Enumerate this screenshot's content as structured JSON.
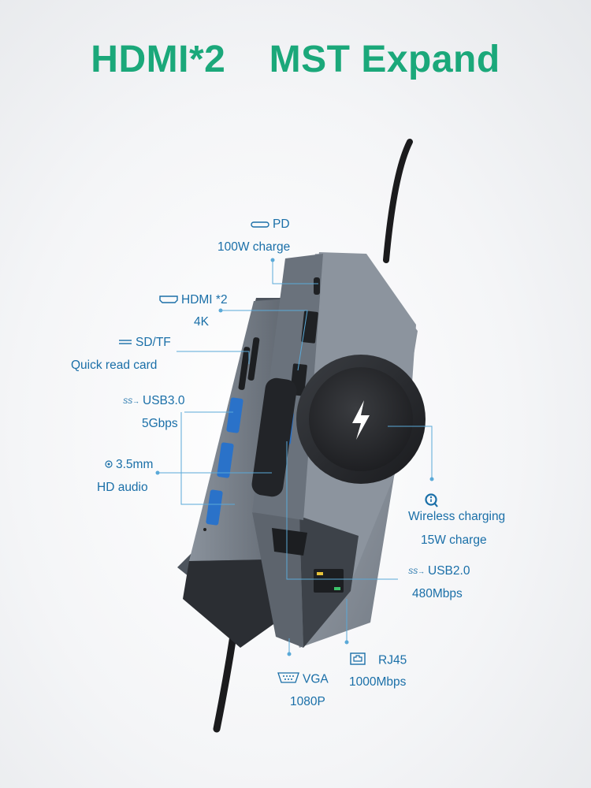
{
  "title": "HDMI*2    MST Expand",
  "ports": {
    "pd": {
      "name": "PD",
      "detail": "100W charge",
      "icon": "usb-c-icon"
    },
    "hdmi": {
      "name": "HDMI *2",
      "detail": "4K",
      "icon": "hdmi-icon"
    },
    "sdtf": {
      "name": "SD/TF",
      "detail": "Quick read card",
      "icon": "card-slot-icon"
    },
    "usb30": {
      "name": "USB3.0",
      "detail": "5Gbps",
      "icon": "usb-ss-icon"
    },
    "audio": {
      "name": "3.5mm",
      "detail": "HD audio",
      "icon": "audio-jack-icon"
    },
    "wireless": {
      "name": "Wireless charging",
      "detail": "15W charge",
      "icon": "qi-icon"
    },
    "usb20": {
      "name": "USB2.0",
      "detail": "480Mbps",
      "icon": "usb-icon"
    },
    "rj45": {
      "name": "RJ45",
      "detail": "1000Mbps",
      "icon": "ethernet-icon"
    },
    "vga": {
      "name": "VGA",
      "detail": "1080P",
      "icon": "vga-icon"
    }
  },
  "colors": {
    "title": "#1ba87a",
    "label": "#1a6fa8",
    "leader": "#5aa9d8",
    "hub": "#7f8894"
  }
}
